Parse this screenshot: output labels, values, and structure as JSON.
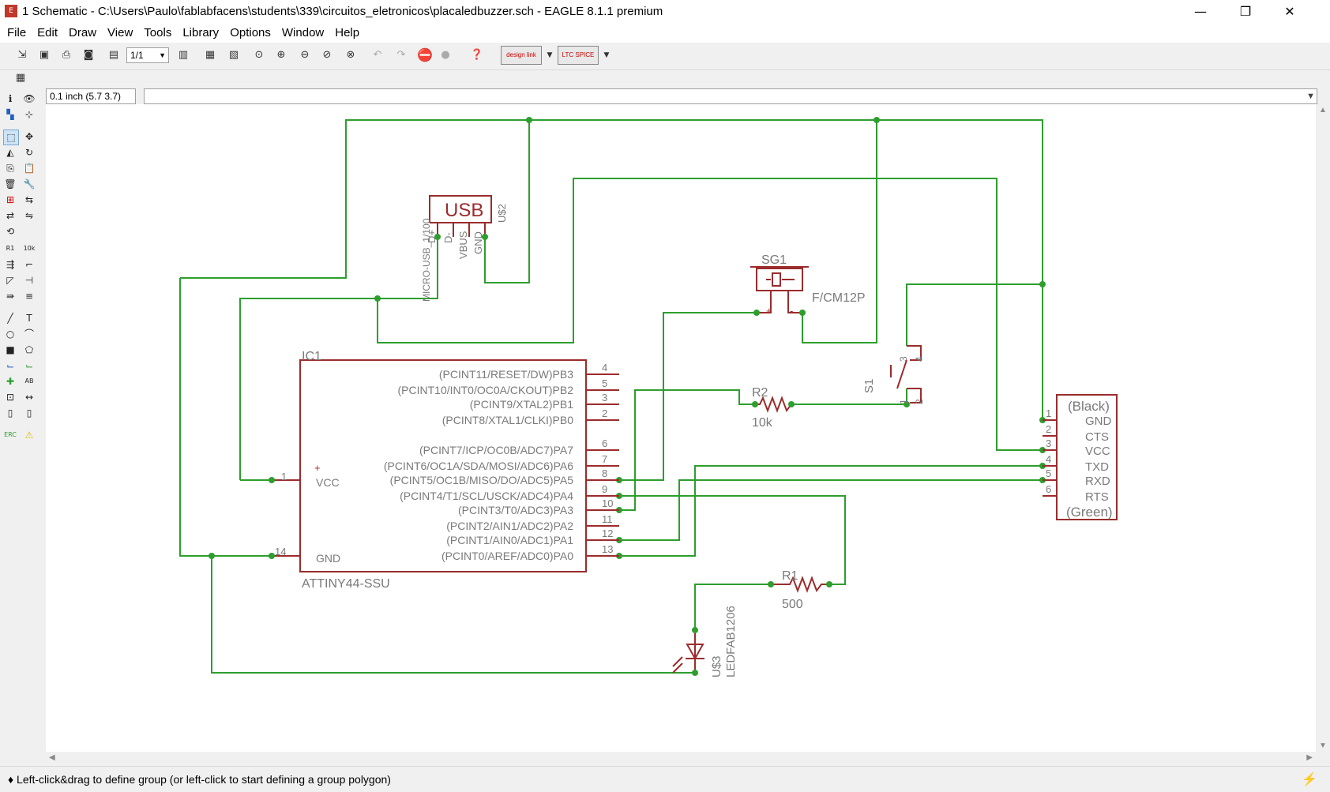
{
  "window": {
    "title": "1 Schematic - C:\\Users\\Paulo\\fablabfacens\\students\\339\\circuitos_eletronicos\\placaledbuzzer.sch - EAGLE 8.1.1 premium",
    "minimize": "—",
    "maximize": "❐",
    "close": "✕"
  },
  "menu": [
    "File",
    "Edit",
    "Draw",
    "View",
    "Tools",
    "Library",
    "Options",
    "Window",
    "Help"
  ],
  "toolbar": {
    "sheet_select": "1/1",
    "design_link": "design link",
    "ltspice": "LTC SPICE"
  },
  "coord_readout": "0.1 inch (5.7 3.7)",
  "command_line": "",
  "status": "♦ Left-click&drag to define group (or left-click to start defining a group polygon)",
  "schematic": {
    "ic1": {
      "name": "IC1",
      "value": "ATTINY44-SSU",
      "vcc_label": "VCC",
      "gnd_label": "GND",
      "vcc_pin": "1",
      "gnd_pin": "14",
      "plus": "+",
      "pins_right": [
        {
          "label": "(PCINT11/RESET/DW)PB3",
          "num": "4"
        },
        {
          "label": "(PCINT10/INT0/OC0A/CKOUT)PB2",
          "num": "5"
        },
        {
          "label": "(PCINT9/XTAL2)PB1",
          "num": "3"
        },
        {
          "label": "(PCINT8/XTAL1/CLKI)PB0",
          "num": "2"
        },
        {
          "label": "(PCINT7/ICP/OC0B/ADC7)PA7",
          "num": "6"
        },
        {
          "label": "(PCINT6/OC1A/SDA/MOSI/ADC6)PA6",
          "num": "7"
        },
        {
          "label": "(PCINT5/OC1B/MISO/DO/ADC5)PA5",
          "num": "8"
        },
        {
          "label": "(PCINT4/T1/SCL/USCK/ADC4)PA4",
          "num": "9"
        },
        {
          "label": "(PCINT3/T0/ADC3)PA3",
          "num": "10"
        },
        {
          "label": "(PCINT2/AIN1/ADC2)PA2",
          "num": "11"
        },
        {
          "label": "(PCINT1/AIN0/ADC1)PA1",
          "num": "12"
        },
        {
          "label": "(PCINT0/AREF/ADC0)PA0",
          "num": "13"
        }
      ]
    },
    "usb": {
      "title": "USB",
      "name": "U$2",
      "value": "MICRO-USB_1/100",
      "pins": [
        "D+",
        "D-",
        "VBUS",
        "GND"
      ]
    },
    "sg1": {
      "name": "SG1",
      "value": "F/CM12P",
      "plus": "+",
      "minus": "-"
    },
    "s1": {
      "name": "S1",
      "pins": [
        "3",
        "4",
        "1",
        "2"
      ]
    },
    "r2": {
      "name": "R2",
      "value": "10k"
    },
    "r1": {
      "name": "R1",
      "value": "500"
    },
    "led": {
      "name": "U$3",
      "value": "LEDFAB1206"
    },
    "ftdi": {
      "top": "(Black)",
      "bottom": "(Green)",
      "pins": [
        {
          "num": "1",
          "label": "GND"
        },
        {
          "num": "2",
          "label": "CTS"
        },
        {
          "num": "3",
          "label": "VCC"
        },
        {
          "num": "4",
          "label": "TXD"
        },
        {
          "num": "5",
          "label": "RXD"
        },
        {
          "num": "6",
          "label": "RTS"
        }
      ]
    }
  },
  "colors": {
    "wire": "#2e9e2e",
    "symbol": "#9b2c2c",
    "text": "#7a7a7a",
    "junction": "#2e9e2e"
  }
}
